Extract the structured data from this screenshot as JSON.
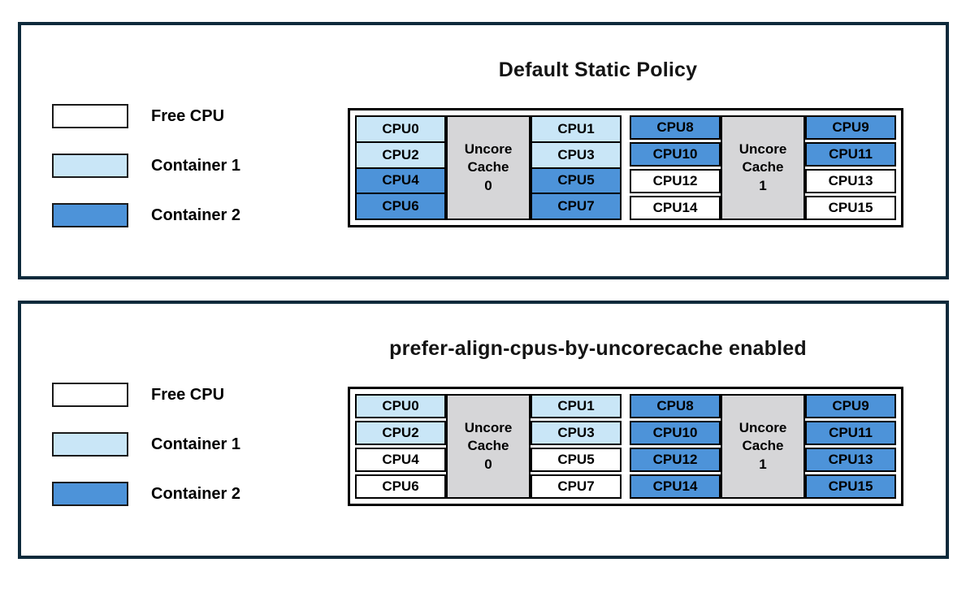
{
  "colors": {
    "free": "#FFFFFF",
    "container1": "#C9E6F7",
    "container2": "#4D93D9",
    "cache_gray": "#D6D6D8",
    "frame_navy": "#0E2A3B"
  },
  "legend": {
    "items": [
      {
        "label": "Free CPU",
        "type": "free"
      },
      {
        "label": "Container 1",
        "type": "container1"
      },
      {
        "label": "Container 2",
        "type": "container2"
      }
    ]
  },
  "panels": [
    {
      "title": "Default Static Policy",
      "groups": [
        {
          "cache_label": "Uncore\nCache\n0",
          "left": [
            {
              "label": "CPU0",
              "type": "container1"
            },
            {
              "label": "CPU2",
              "type": "container1"
            },
            {
              "label": "CPU4",
              "type": "container2"
            },
            {
              "label": "CPU6",
              "type": "container2"
            }
          ],
          "right": [
            {
              "label": "CPU1",
              "type": "container1"
            },
            {
              "label": "CPU3",
              "type": "container1"
            },
            {
              "label": "CPU5",
              "type": "container2"
            },
            {
              "label": "CPU7",
              "type": "container2"
            }
          ]
        },
        {
          "cache_label": "Uncore\nCache\n1",
          "left": [
            {
              "label": "CPU8",
              "type": "container2"
            },
            {
              "label": "CPU10",
              "type": "container2"
            },
            {
              "label": "CPU12",
              "type": "free"
            },
            {
              "label": "CPU14",
              "type": "free"
            }
          ],
          "right": [
            {
              "label": "CPU9",
              "type": "container2"
            },
            {
              "label": "CPU11",
              "type": "container2"
            },
            {
              "label": "CPU13",
              "type": "free"
            },
            {
              "label": "CPU15",
              "type": "free"
            }
          ]
        }
      ]
    },
    {
      "title": "prefer-align-cpus-by-uncorecache enabled",
      "groups": [
        {
          "cache_label": "Uncore\nCache\n0",
          "left": [
            {
              "label": "CPU0",
              "type": "container1"
            },
            {
              "label": "CPU2",
              "type": "container1"
            },
            {
              "label": "CPU4",
              "type": "free"
            },
            {
              "label": "CPU6",
              "type": "free"
            }
          ],
          "right": [
            {
              "label": "CPU1",
              "type": "container1"
            },
            {
              "label": "CPU3",
              "type": "container1"
            },
            {
              "label": "CPU5",
              "type": "free"
            },
            {
              "label": "CPU7",
              "type": "free"
            }
          ]
        },
        {
          "cache_label": "Uncore\nCache\n1",
          "left": [
            {
              "label": "CPU8",
              "type": "container2"
            },
            {
              "label": "CPU10",
              "type": "container2"
            },
            {
              "label": "CPU12",
              "type": "container2"
            },
            {
              "label": "CPU14",
              "type": "container2"
            }
          ],
          "right": [
            {
              "label": "CPU9",
              "type": "container2"
            },
            {
              "label": "CPU11",
              "type": "container2"
            },
            {
              "label": "CPU13",
              "type": "container2"
            },
            {
              "label": "CPU15",
              "type": "container2"
            }
          ]
        }
      ]
    }
  ]
}
